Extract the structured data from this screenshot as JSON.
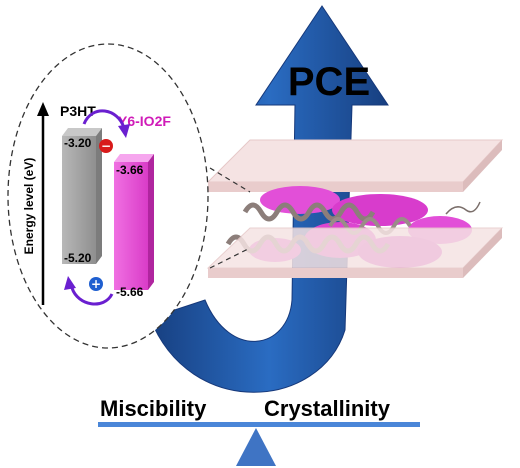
{
  "arrow_label": "PCE",
  "energy_axis_label": "Energy level (eV)",
  "donor": {
    "name": "P3HT",
    "lumo": "-3.20",
    "homo": "-5.20"
  },
  "acceptor": {
    "name": "Y6-IO2F",
    "lumo": "-3.66",
    "homo": "-5.66"
  },
  "balance": {
    "left_label": "Miscibility",
    "right_label": "Crystallinity"
  },
  "signs": {
    "electron": "−",
    "hole": "+"
  },
  "colors": {
    "arrow_blue": "#1f5aa8",
    "donor_gray": "#9a9a9a",
    "acceptor_magenta": "#e03fd0",
    "acceptor_label": "#d01bb8",
    "electron_red": "#d81a1a",
    "hole_blue": "#1f5fd0",
    "curve_purple": "#6a1fd0",
    "film_pink": "#f3dcdc",
    "balance_blue": "#4a86d8"
  }
}
